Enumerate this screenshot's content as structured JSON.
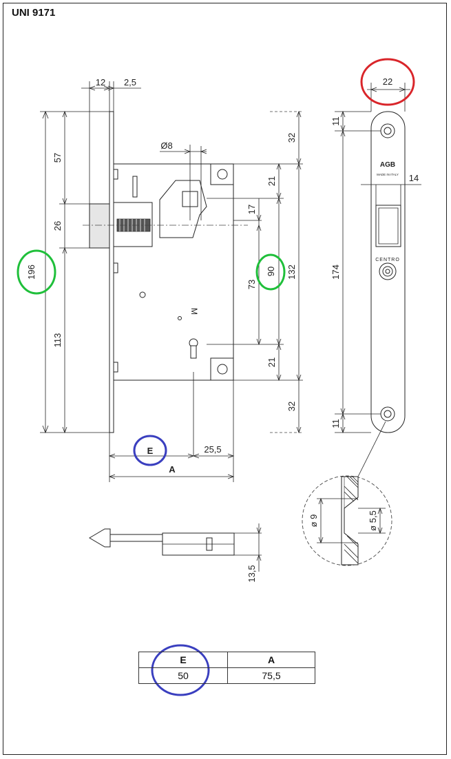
{
  "title": "UNI 9171",
  "front_view": {
    "dims": {
      "d12": "12",
      "d2_5": "2,5",
      "d196": "196",
      "d57": "57",
      "d26": "26",
      "d113": "113",
      "d8": "Ø8",
      "d32a": "32",
      "d21a": "21",
      "d17": "17",
      "d90": "90",
      "d73": "73",
      "d132": "132",
      "d21b": "21",
      "d32b": "32",
      "e_label": "E",
      "d25_5": "25,5",
      "a_label": "A",
      "m_mark": "M"
    }
  },
  "faceplate": {
    "d22": "22",
    "d11a": "11",
    "d14": "14",
    "d174": "174",
    "d11b": "11",
    "brand": "AGB",
    "made_in": "MADE IN ITALY",
    "centro": "CENTRO"
  },
  "detail": {
    "d9": "ø 9",
    "d5_5": "ø 5,5"
  },
  "latch": {
    "d13_5": "13,5"
  },
  "table": {
    "headers": [
      "E",
      "A"
    ],
    "values": [
      "50",
      "75,5"
    ]
  },
  "highlights": {
    "red": "#d9252a",
    "green": "#1fbf3a",
    "blue": "#3a3fbf"
  }
}
